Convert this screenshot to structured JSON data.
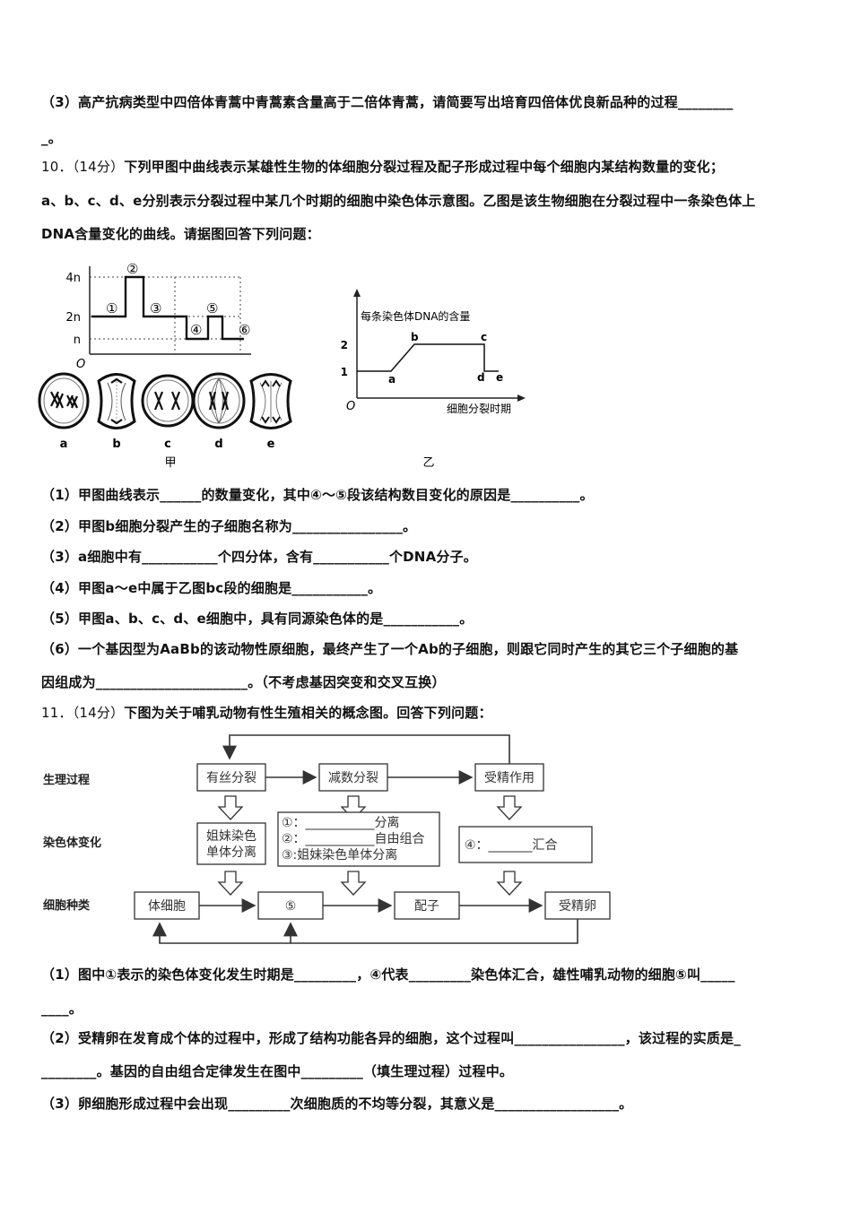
{
  "q9": {
    "p3_a": "（3）高产抗病类型中四倍体青蒿中青蒿素含量高于二倍体青蒿，请简要写出培育四倍体优良新品种的过程________",
    "p3_b": "_。"
  },
  "q10": {
    "num": "10．",
    "score": "（14分）",
    "stem1": "下列甲图中曲线表示某雄性生物的体细胞分裂过程及配子形成过程中每个细胞内某结构数量的变化；",
    "stem2": "a、b、c、d、e分别表示分裂过程中某几个时期的细胞中染色体示意图。乙图是该生物细胞在分裂过程中一条染色体上",
    "stem3": "DNA含量变化的曲线。请据图回答下列问题：",
    "fig_jia": {
      "y_labels": [
        "4n",
        "2n",
        "n"
      ],
      "origin": "O",
      "segments": [
        "①",
        "②",
        "③",
        "④",
        "⑤",
        "⑥"
      ],
      "cells": [
        "a",
        "b",
        "c",
        "d",
        "e"
      ],
      "caption": "甲"
    },
    "fig_yi": {
      "title": "每条染色体DNA的含量",
      "y_ticks": [
        "2",
        "1"
      ],
      "origin": "O",
      "points": [
        "a",
        "b",
        "c",
        "d",
        "e"
      ],
      "xlabel": "细胞分裂时期",
      "caption": "乙"
    },
    "s1": "（1）甲图曲线表示______的数量变化，其中④～⑤段该结构数目变化的原因是__________。",
    "s2": "（2）甲图b细胞分裂产生的子细胞名称为________________。",
    "s3": "（3）a细胞中有___________个四分体，含有___________个DNA分子。",
    "s4": "（4）甲图a～e中属于乙图bc段的细胞是___________。",
    "s5": "（5）甲图a、b、c、d、e细胞中，具有同源染色体的是___________。",
    "s6a": "（6）一个基因型为AaBb的该动物性原细胞，最终产生了一个Ab的子细胞，则跟它同时产生的其它三个子细胞的基",
    "s6b": "因组成为______________________。（不考虑基因突变和交叉互换）"
  },
  "q11": {
    "num": "11．",
    "score": "（14分）",
    "stem": "下图为关于哺乳动物有性生殖相关的概念图。回答下列问题：",
    "diagram": {
      "row_labels": [
        "生理过程",
        "染色体变化",
        "细胞种类"
      ],
      "proc1": "有丝分裂",
      "proc2": "减数分裂",
      "proc3": "受精作用",
      "chg1_l1": "姐妹染色",
      "chg1_l2": "单体分离",
      "chg2_l1": "①：___________分离",
      "chg2_l2": "②：___________自由组合",
      "chg2_l3": "③:姐妹染色单体分离",
      "chg3": "④：_______汇合",
      "cell1": "体细胞",
      "cell2": "⑤",
      "cell3": "配子",
      "cell4": "受精卵"
    },
    "s1a": "（1）图中①表示的染色体变化发生时期是_________，④代表_________染色体汇合，雄性哺乳动物的细胞⑤叫_____",
    "s1b": "____。",
    "s2a": "（2）受精卵在发育成个体的过程中，形成了结构功能各异的细胞，这个过程叫________________，该过程的实质是_",
    "s2b": "________。基因的自由组合定律发生在图中_________（填生理过程）过程中。",
    "s3": "（3）卵细胞形成过程中会出现_________次细胞质的不均等分裂，其意义是__________________。"
  }
}
